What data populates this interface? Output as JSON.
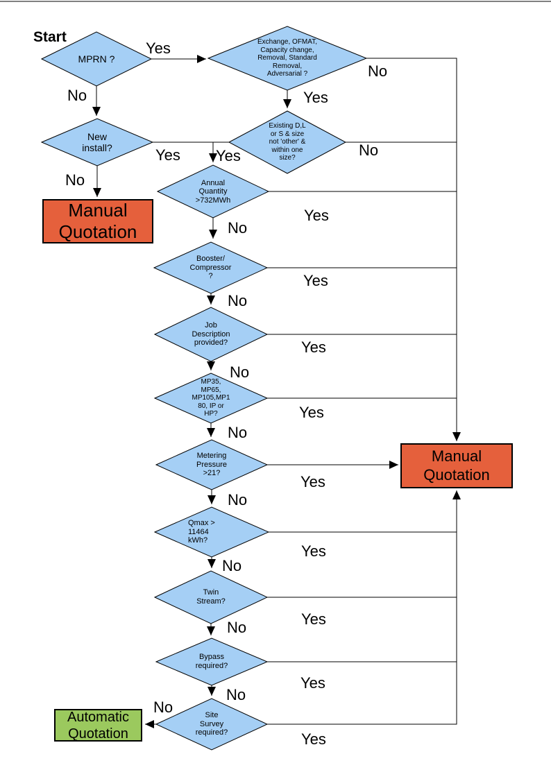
{
  "flowchart": {
    "start_label": "Start",
    "decisions": {
      "mprn": {
        "label": "MPRN ?"
      },
      "exchange": {
        "label": "Exchange, OFMAT,\nCapacity change,\nRemoval, Standard\nRemoval,\nAdversarial ?"
      },
      "new_install": {
        "label": "New\ninstall?"
      },
      "existing": {
        "label": "Existing D,L\nor S & size\nnot 'other' &\nwithin one\nsize?"
      },
      "annual": {
        "label": "Annual\nQuantity\n>732MWh"
      },
      "booster": {
        "label": "Booster/\nCompressor\n?"
      },
      "job": {
        "label": "Job\nDescription\nprovided?"
      },
      "mp": {
        "label": "MP35,\nMP65,\nMP105,MP1\n80, IP or\nHP?"
      },
      "metering": {
        "label": "Metering\nPressure\n>21?"
      },
      "qmax": {
        "label": "Qmax >\n11464\nkWh?"
      },
      "twin": {
        "label": "Twin\nStream?"
      },
      "bypass": {
        "label": "Bypass\nrequired?"
      },
      "site": {
        "label": "Site\nSurvey\nrequired?"
      }
    },
    "terminals": {
      "manual_left": {
        "label": "Manual\nQuotation"
      },
      "manual_right": {
        "label": "Manual\nQuotation"
      },
      "automatic": {
        "label": "Automatic\nQuotation"
      }
    },
    "edge_labels": {
      "mprn_yes": "Yes",
      "mprn_no": "No",
      "exchange_yes": "Yes",
      "exchange_no": "No",
      "new_install_yes": "Yes",
      "new_install_no": "No",
      "existing_yes": "Yes",
      "existing_no": "No",
      "annual_yes": "Yes",
      "annual_no": "No",
      "booster_yes": "Yes",
      "booster_no": "No",
      "job_yes": "Yes",
      "job_no": "No",
      "mp_yes": "Yes",
      "mp_no": "No",
      "metering_yes": "Yes",
      "metering_no": "No",
      "qmax_yes": "Yes",
      "qmax_no": "No",
      "twin_yes": "Yes",
      "twin_no": "No",
      "bypass_yes": "Yes",
      "bypass_no": "No",
      "site_yes": "Yes",
      "site_no": "No"
    },
    "colors": {
      "decision_fill": "#A5CFF5",
      "manual_fill": "#E5603C",
      "automatic_fill": "#9BC95E",
      "connector": "#000000"
    }
  }
}
